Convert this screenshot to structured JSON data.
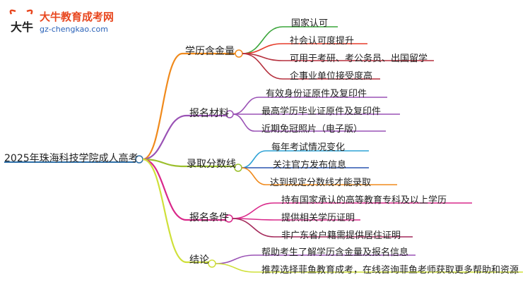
{
  "logo": {
    "title": "大牛教育成考网",
    "url": "gz-chengkao.com",
    "glyph": "大牛",
    "icon": "bull-logo-icon",
    "title_color": "#e8471f",
    "url_color": "#2a62b8"
  },
  "root": {
    "label": "2025年珠海科技学院成人高考",
    "color": "#2d6fa8"
  },
  "branches": [
    {
      "label": "学历含金量",
      "color": "#f08a1c",
      "leaves": [
        {
          "label": "国家认可",
          "color": "#3aa53a"
        },
        {
          "label": "社会认可度提升",
          "color": "#e53c2a"
        },
        {
          "label": "可用于考研、考公务员、出国留学",
          "color": "#b5313e"
        },
        {
          "label": "企事业单位接受度高",
          "color": "#b5313e"
        }
      ]
    },
    {
      "label": "报名材料",
      "color": "#9a52b5",
      "leaves": [
        {
          "label": "有效身份证原件及复印件",
          "color": "#9a52b5"
        },
        {
          "label": "最高学历毕业证原件及复印件",
          "color": "#9a52b5"
        },
        {
          "label": "近期免冠照片（电子版）",
          "color": "#9a52b5"
        }
      ]
    },
    {
      "label": "录取分数线",
      "color": "#9bbf2c",
      "leaves": [
        {
          "label": "每年考试情况变化",
          "color": "#2fa3d6"
        },
        {
          "label": "关注官方发布信息",
          "color": "#2a55b0"
        },
        {
          "label": "达到规定分数线才能录取",
          "color": "#f08a1c"
        }
      ]
    },
    {
      "label": "报名条件",
      "color": "#d9288a",
      "leaves": [
        {
          "label": "持有国家承认的高等教育专科及以上学历",
          "color": "#d9288a"
        },
        {
          "label": "提供相关学历证明",
          "color": "#d9288a"
        },
        {
          "label": "非广东省户籍需提供居住证明",
          "color": "#a4295a"
        }
      ]
    },
    {
      "label": "结论",
      "color": "#cfe03a",
      "leaves": [
        {
          "label": "帮助考生了解学历含金量及报名信息",
          "color": "#9a52b5"
        },
        {
          "label": "推荐选择菲鱼教育成考，在线咨询菲鱼老师获取更多帮助和资源",
          "color": "#cfe03a"
        }
      ]
    }
  ]
}
